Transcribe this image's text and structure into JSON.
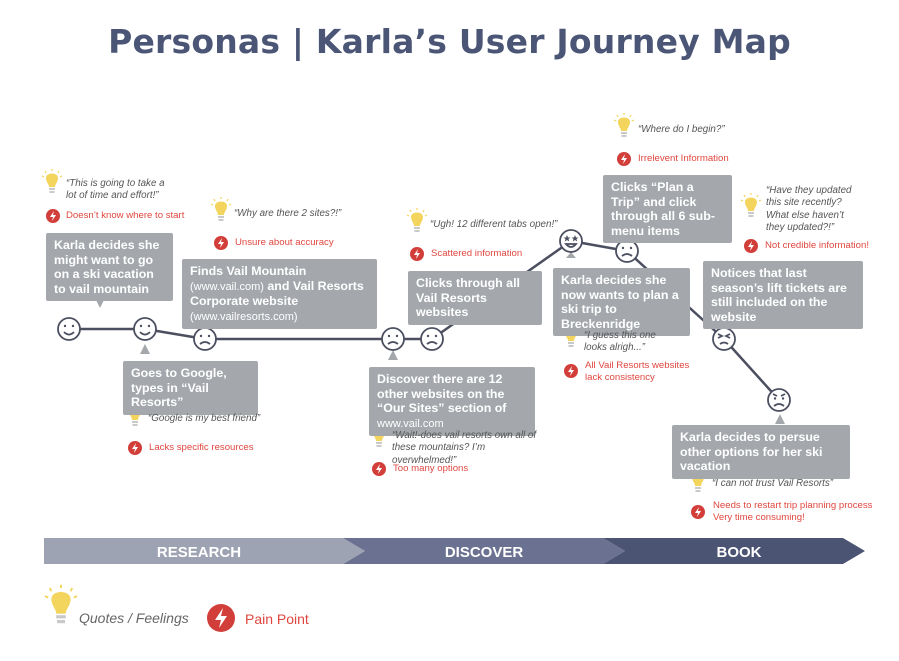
{
  "title": "Personas | Karla’s User Journey Map",
  "steps": [
    {
      "text": "Karla decides she might want to go on a ski vacation to vail mountain",
      "quote": "“This is going to take a lot of time and effort!”",
      "pain": "Doesn’t know where to start",
      "face": "happy"
    },
    {
      "text": "Goes to Google, types in “Vail Resorts”",
      "quote": "“Google is my best friend”",
      "pain": "Lacks specific resources",
      "face": "happy"
    },
    {
      "text_main": "Finds Vail Mountain",
      "text_url1": "(www.vail.com)",
      "text_mid": "and Vail Resorts Corporate website",
      "text_url2": "(www.vailresorts.com)",
      "quote": "“Why are there 2 sites?!”",
      "pain": "Unsure about accuracy",
      "face": "uneasy"
    },
    {
      "text_main": "Discover there are 12 other websites on the “Our Sites” section of",
      "text_url": "www.vail.com",
      "quote": "“Wait!-does vail resorts own all of these mountains? I’m overwhelmed!”",
      "pain": "Too many options",
      "face": "uneasy"
    },
    {
      "text": "Clicks through all Vail Resorts websites",
      "quote": "“Ugh! 12 different tabs open!”",
      "pain": "Scattered information",
      "face": "uneasy"
    },
    {
      "text": "Karla decides she now wants to plan a ski trip to Breckenridge",
      "quote": "“I guess this one looks alrigh...”",
      "pain": "All Vail Resorts websites lack consistency",
      "face": "starstruck"
    },
    {
      "text": "Clicks “Plan a Trip” and click through all 6 sub-menu items",
      "quote": "“Where do I begin?”",
      "pain": "Irrelevent Information",
      "face": "uneasy"
    },
    {
      "text": "Notices that last season’s lift tickets are still included on the website",
      "quote": "“Have they updated this site recently? What else haven’t they updated?!”",
      "pain": "Not credible information!",
      "face": "frustrated"
    },
    {
      "text": "Karla decides to persue other options for her ski vacation",
      "quote": "“I can not trust Vail Resorts”",
      "pain": "Needs to restart trip planning process Very time consuming!",
      "face": "angry"
    }
  ],
  "phases": [
    "RESEARCH",
    "DISCOVER",
    "BOOK"
  ],
  "colors": {
    "phase1": "#9ea3b4",
    "phase2": "#6b7191",
    "phase3": "#4c5474",
    "box": "#a4a8ad",
    "line": "#4b4f60",
    "pain": "#d23f3a",
    "bulb": "#f3d45c"
  },
  "legend": {
    "quote_label": "Quotes / Feelings",
    "pain_label": "Pain Point"
  }
}
